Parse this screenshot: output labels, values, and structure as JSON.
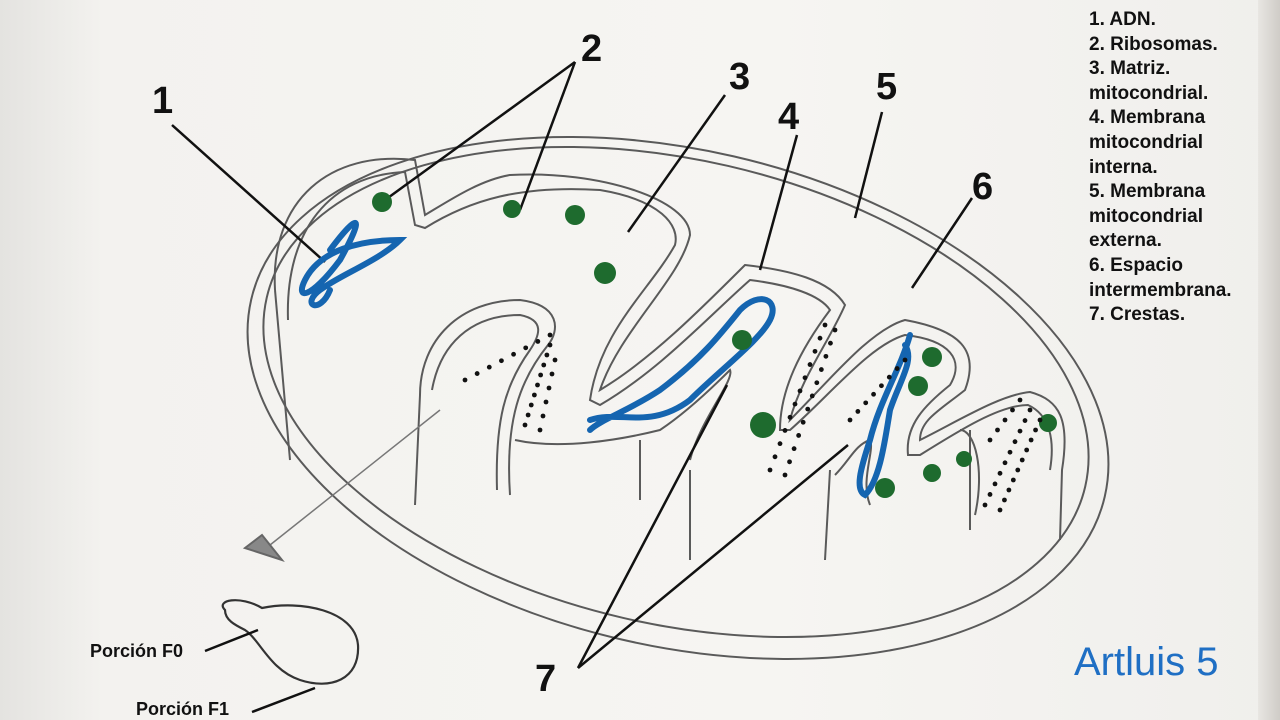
{
  "title": "Mitocondria",
  "labels": {
    "l1": "1",
    "l2": "2",
    "l3": "3",
    "l4": "4",
    "l5": "5",
    "l6": "6",
    "l7": "7"
  },
  "legend": [
    "1. ADN.",
    "2. Ribosomas.",
    "3. Matriz.",
    "mitocondrial.",
    "4. Membrana",
    "mitocondrial",
    "interna.",
    "5. Membrana",
    "mitocondrial",
    "externa.",
    "6. Espacio",
    "intermembrana.",
    "7. Crestas."
  ],
  "atp_synthase": {
    "f0": "Porción F0",
    "f1": "Porción F1"
  },
  "watermark": "Artluis 5",
  "colors": {
    "dna": "#1565b0",
    "ribosome": "#1e6b2e",
    "pencil": "#555555",
    "brand": "#1f6fc4"
  }
}
